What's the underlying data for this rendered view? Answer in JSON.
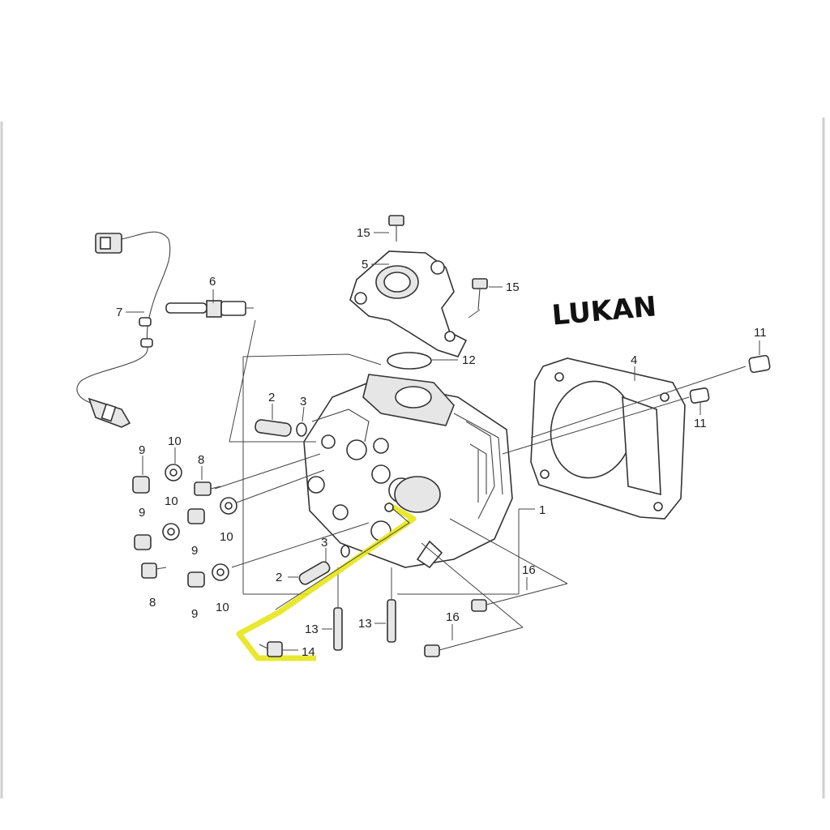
{
  "brand_text": "LUKAN",
  "colors": {
    "highlight": "#e6e619",
    "line": "#333333",
    "frame": "#cfcfcf"
  },
  "callouts": {
    "c1": "1",
    "c2a": "2",
    "c2b": "2",
    "c3a": "3",
    "c3b": "3",
    "c4": "4",
    "c5": "5",
    "c6": "6",
    "c7": "7",
    "c8a": "8",
    "c8b": "8",
    "c9a": "9",
    "c9b": "9",
    "c9c": "9",
    "c9d": "9",
    "c10a": "10",
    "c10b": "10",
    "c10c": "10",
    "c10d": "10",
    "c11a": "11",
    "c11b": "11",
    "c12": "12",
    "c13a": "13",
    "c13b": "13",
    "c14": "14",
    "c15a": "15",
    "c15b": "15",
    "c16a": "16",
    "c16b": "16"
  }
}
